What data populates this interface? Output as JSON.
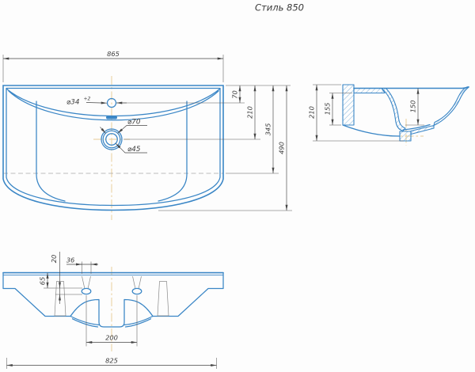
{
  "title": "Стиль 850",
  "colors": {
    "line_blue": "#3a86c6",
    "hatch_blue": "#74abd8",
    "dim_gray": "#454545",
    "centerline_tan": "#e8cc96",
    "hidden_gray": "#a8a8a8",
    "background": "#ffffff"
  },
  "top_view": {
    "overall_width": "865",
    "faucet_offset": "70",
    "drain_offset": "210",
    "bowl_back_depth": "345",
    "overall_depth": "490",
    "faucet_dia": "⌀34",
    "faucet_tol": "+2",
    "drain_dia": "⌀70",
    "drain_hole_dia": "⌀45"
  },
  "side_view": {
    "overall_height": "210",
    "wall_height": "155",
    "bowl_depth": "150"
  },
  "front_view": {
    "slot_height": "20",
    "slot_width": "36",
    "slot_offset": "65",
    "hole_spacing": "200",
    "bottom_width": "825"
  }
}
